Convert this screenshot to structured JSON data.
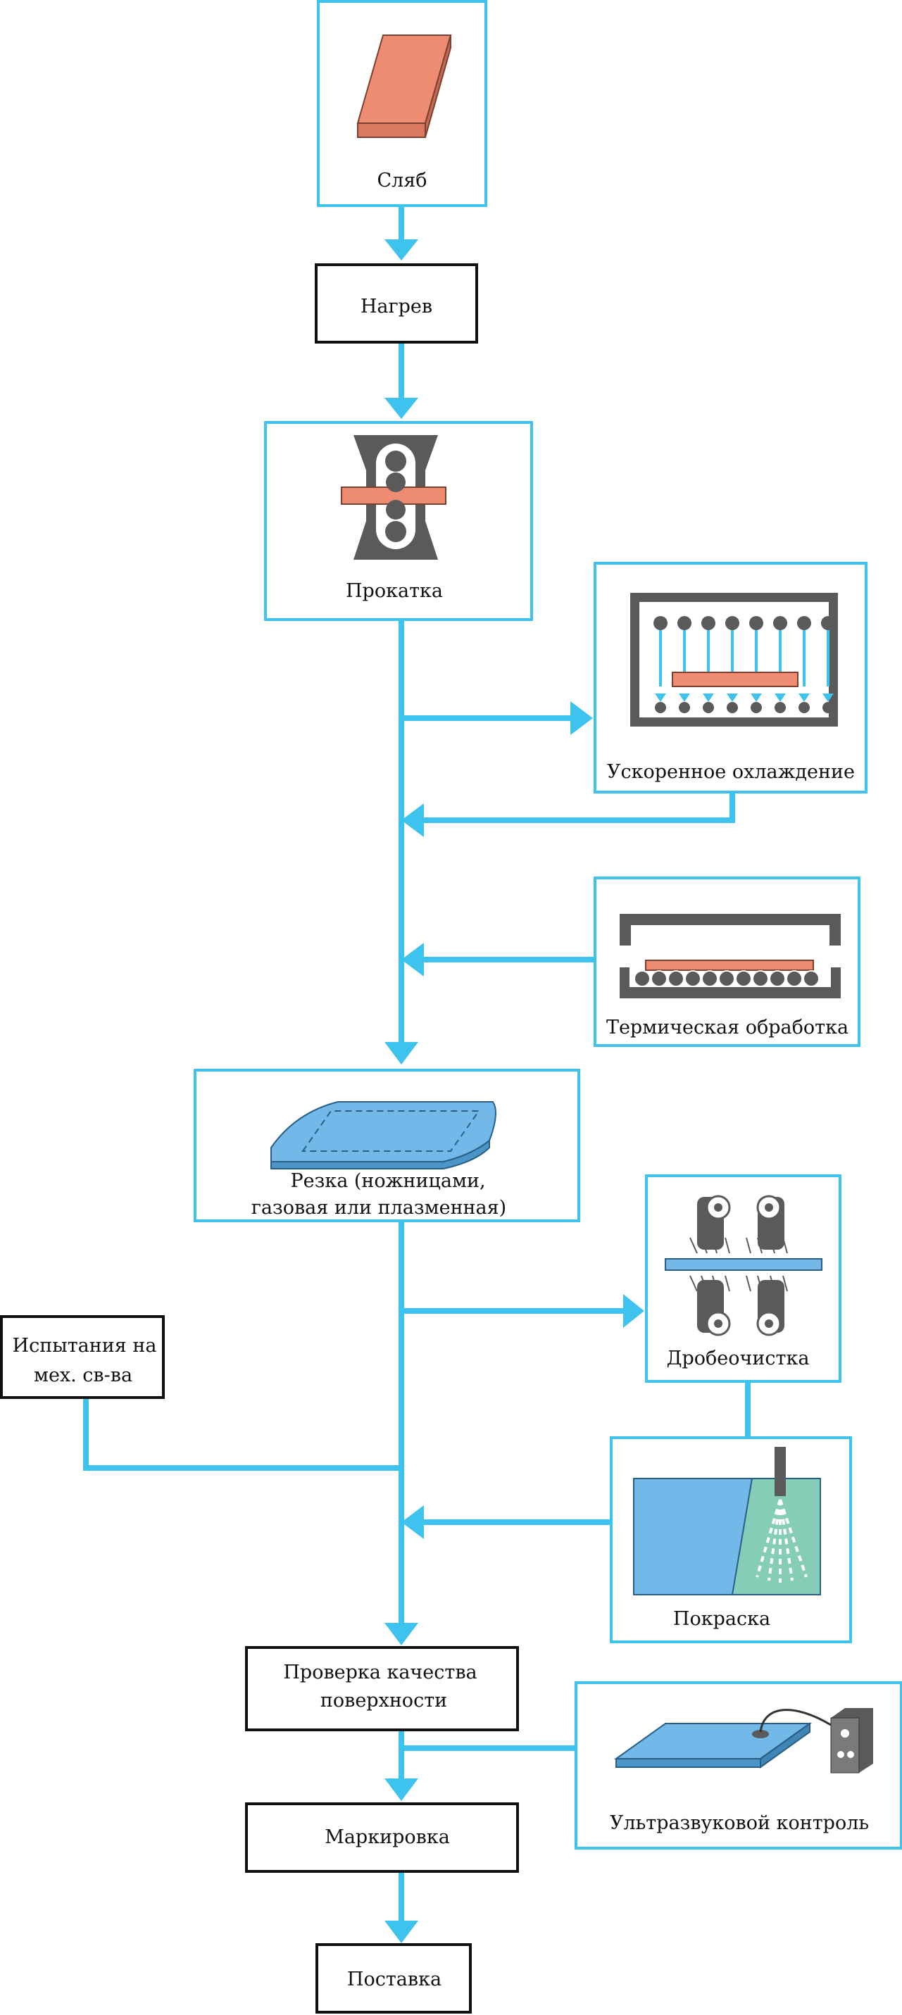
{
  "steps": {
    "slab": "Сляб",
    "heating": "Нагрев",
    "rolling": "Прокатка",
    "accel_cooling": "Ускоренное охлаждение",
    "heat_treatment": "Термическая обработка",
    "cutting_line1": "Резка (ножницами,",
    "cutting_line2": "газовая или плазменная)",
    "shot_blasting": "Дробеочистка",
    "mech_test_line1": "Испытания на",
    "mech_test_line2": "мех. св-ва",
    "painting": "Покраска",
    "surface_check_line1": "Проверка качества",
    "surface_check_line2": "поверхности",
    "ultrasonic": "Ультразвуковой контроль",
    "marking": "Маркировка",
    "delivery": "Поставка"
  },
  "colors": {
    "flow": "#3ec3ee",
    "box_border_blue": "#3ec3ee",
    "box_border_black": "#111111",
    "slab_fill": "#ee8c72",
    "plate_fill": "#72b8e8",
    "machine_gray": "#5a5a5a",
    "paint_green": "#86cdb8"
  }
}
